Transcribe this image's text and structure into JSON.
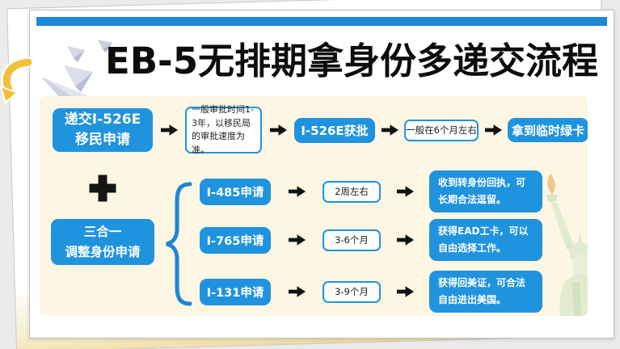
{
  "header": {
    "title": "EB-5无排期拿身份多递交流程"
  },
  "flow": {
    "row1": {
      "start_line1": "递交I-526E",
      "start_line2": "移民申请",
      "note1": "一般审批时间1-3年，以移民局的审批速度为准。",
      "approved": "I-526E获批",
      "note2": "一般在6个月左右",
      "result": "拿到临时绿卡"
    },
    "group": {
      "label_line1": "三合一",
      "label_line2": "调整身份申请",
      "rows": [
        {
          "app": "I-485申请",
          "duration": "2周左右",
          "result": "收到转身份回执，可长期合法逗留。"
        },
        {
          "app": "I-765申请",
          "duration": "3-6个月",
          "result": "获得EAD工卡，可以自由选择工作。"
        },
        {
          "app": "I-131申请",
          "duration": "3-9个月",
          "result": "获得回美证，可合法自由进出美国。"
        }
      ]
    }
  },
  "icons": {
    "paper_planes": "paper-plane-icon",
    "curved_arrow": "curved-arrow-icon",
    "plus": "plus-icon",
    "flow_arrow": "arrow-right-icon",
    "brace": "left-brace-icon",
    "statue": "statue-of-liberty-watermark"
  },
  "colors": {
    "accent_blue": "#2093df",
    "top_bar_blue": "#1d87d8",
    "panel_cream": "#fcf6e2",
    "title_black": "#0d0d0d",
    "brace_blue": "#1d86d6",
    "highlight_yellow": "#f3bf3a",
    "arrow_black": "#121212"
  }
}
